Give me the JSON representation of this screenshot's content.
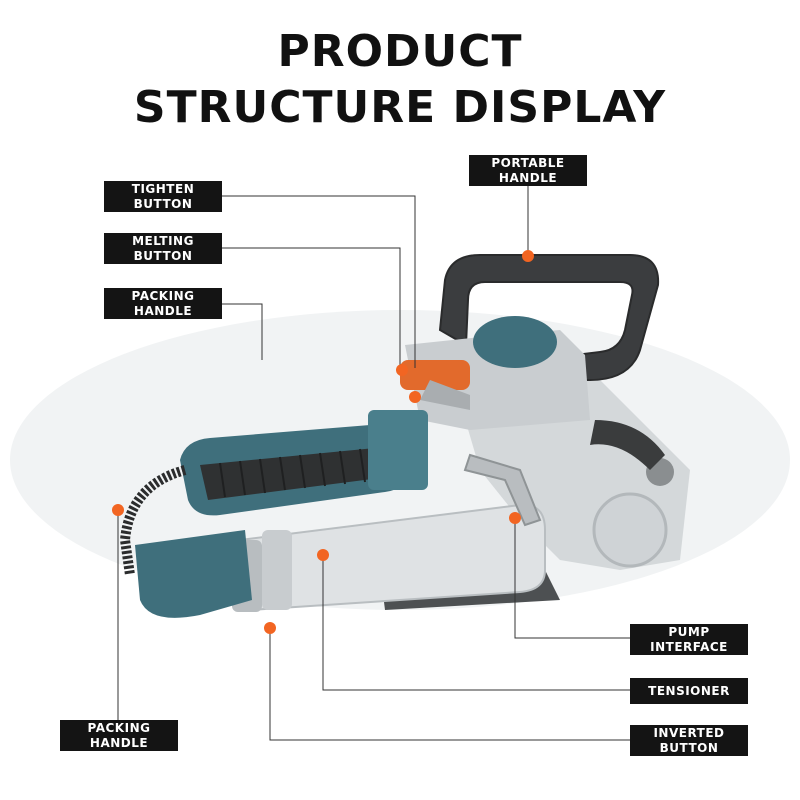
{
  "title": {
    "line1": "PRODUCT",
    "line2": "STRUCTURE DISPLAY"
  },
  "labels": {
    "portable_handle": "PORTABLE HANDLE",
    "tighten_button": "TIGHTEN BUTTON",
    "melting_button": "MELTING BUTTON",
    "packing_handle_top": "PACKING HANDLE",
    "pump_interface": "PUMP INTERFACE",
    "tensioner": "TENSIONER",
    "packing_handle_bottom": "PACKING HANDLE",
    "inverted_button": "INVERTED BUTTON"
  },
  "colors": {
    "label_bg": "#141414",
    "marker": "#f26522",
    "leader_line": "#333333",
    "body_teal": "#3f6f7c",
    "metal": "#d8dcdf"
  }
}
